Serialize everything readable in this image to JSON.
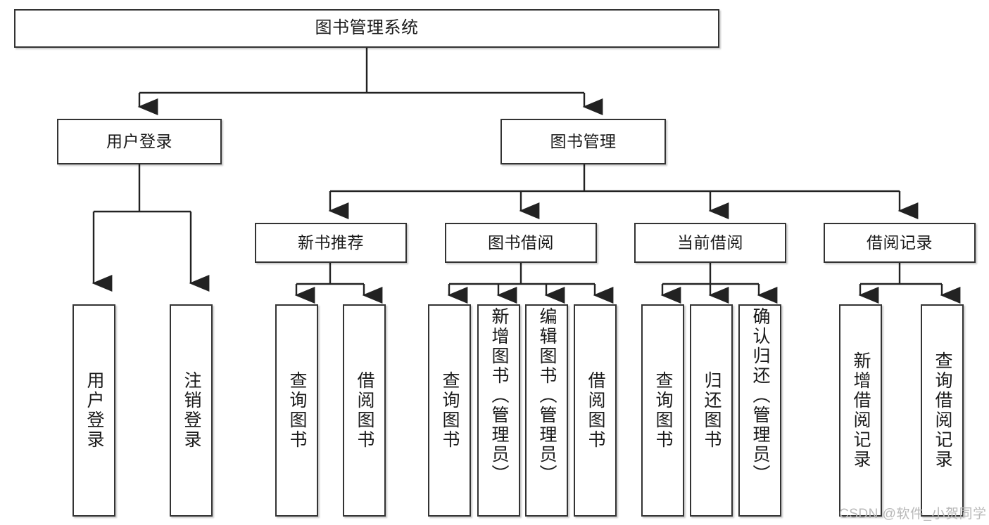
{
  "diagram": {
    "type": "tree-hierarchy",
    "title": "图书管理系统",
    "root": {
      "id": "root",
      "label": "图书管理系统"
    },
    "level2": [
      {
        "id": "user-login",
        "label": "用户登录"
      },
      {
        "id": "book-manage",
        "label": "图书管理"
      }
    ],
    "level3": [
      {
        "id": "new-book-recommend",
        "label": "新书推荐"
      },
      {
        "id": "book-borrow",
        "label": "图书借阅"
      },
      {
        "id": "current-borrow",
        "label": "当前借阅"
      },
      {
        "id": "borrow-record",
        "label": "借阅记录"
      }
    ],
    "leaves": {
      "user_login": [
        {
          "id": "leaf-user-login",
          "label": "用户登录"
        },
        {
          "id": "leaf-logout",
          "label": "注销登录"
        }
      ],
      "new_book_recommend": [
        {
          "id": "leaf-query-book-1",
          "label": "查询图书"
        },
        {
          "id": "leaf-borrow-book-1",
          "label": "借阅图书"
        }
      ],
      "book_borrow": [
        {
          "id": "leaf-query-book-2",
          "label": "查询图书"
        },
        {
          "id": "leaf-add-book",
          "label": "新增图书（管理员）"
        },
        {
          "id": "leaf-edit-book",
          "label": "编辑图书（管理员）"
        },
        {
          "id": "leaf-borrow-book-2",
          "label": "借阅图书"
        }
      ],
      "current_borrow": [
        {
          "id": "leaf-query-book-3",
          "label": "查询图书"
        },
        {
          "id": "leaf-return-book",
          "label": "归还图书"
        },
        {
          "id": "leaf-confirm-return",
          "label": "确认归还（管理员）"
        }
      ],
      "borrow_record": [
        {
          "id": "leaf-add-record",
          "label": "新增借阅记录"
        },
        {
          "id": "leaf-query-record",
          "label": "查询借阅记录"
        }
      ]
    }
  },
  "watermark": {
    "text": "CSDN @软件_小贺同学"
  },
  "colors": {
    "box_border": "#333333",
    "box_fill": "#ffffff",
    "connector": "#222222",
    "text": "#1a1a1a",
    "watermark": "#b9b9b9",
    "background": "#ffffff"
  }
}
